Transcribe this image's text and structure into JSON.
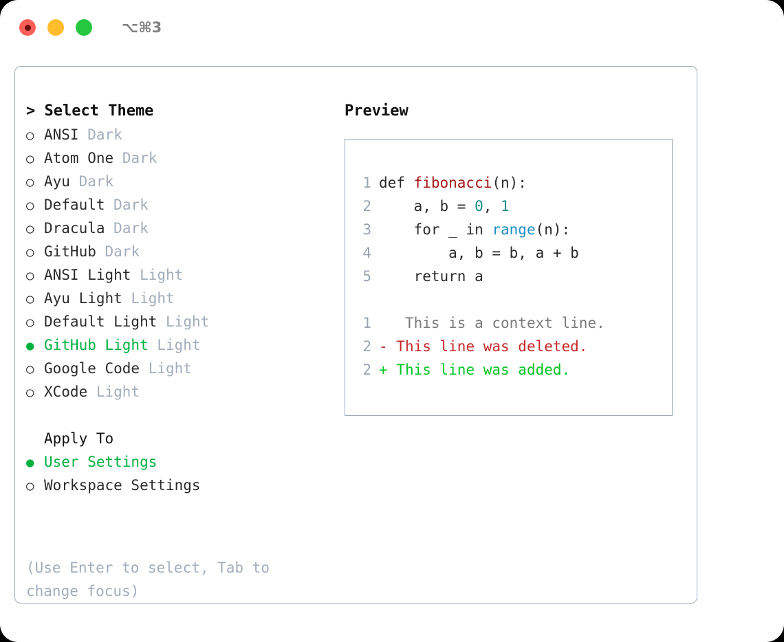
{
  "window": {
    "title": "⌥⌘3",
    "traffic_lights": [
      {
        "name": "close",
        "color": "#ff5f57",
        "recording": true
      },
      {
        "name": "minimize",
        "color": "#ffbd2e",
        "recording": false
      },
      {
        "name": "zoom",
        "color": "#25c73f",
        "recording": false
      }
    ]
  },
  "theme_picker": {
    "heading": "> Select Theme",
    "selected_bullet": "●",
    "unselected_bullet": "○",
    "accent_color": "#00b140",
    "items": [
      {
        "label": "ANSI",
        "variant": "Dark",
        "selected": false
      },
      {
        "label": "Atom One",
        "variant": "Dark",
        "selected": false
      },
      {
        "label": "Ayu",
        "variant": "Dark",
        "selected": false
      },
      {
        "label": "Default",
        "variant": "Dark",
        "selected": false
      },
      {
        "label": "Dracula",
        "variant": "Dark",
        "selected": false
      },
      {
        "label": "GitHub",
        "variant": "Dark",
        "selected": false
      },
      {
        "label": "ANSI Light",
        "variant": "Light",
        "selected": false
      },
      {
        "label": "Ayu Light",
        "variant": "Light",
        "selected": false
      },
      {
        "label": "Default Light",
        "variant": "Light",
        "selected": false
      },
      {
        "label": "GitHub Light",
        "variant": "Light",
        "selected": true
      },
      {
        "label": "Google Code",
        "variant": "Light",
        "selected": false
      },
      {
        "label": "XCode",
        "variant": "Light",
        "selected": false
      }
    ]
  },
  "apply_to": {
    "heading": "Apply To",
    "options": [
      {
        "label": "User Settings",
        "selected": true
      },
      {
        "label": "Workspace Settings",
        "selected": false
      }
    ]
  },
  "hint": "(Use Enter to select, Tab to change focus)",
  "preview": {
    "heading": "Preview",
    "code_lines": [
      {
        "number": "1",
        "tokens": [
          {
            "text": "def ",
            "kind": "plain"
          },
          {
            "text": "fibonacci",
            "kind": "fn"
          },
          {
            "text": "(n):",
            "kind": "plain"
          }
        ]
      },
      {
        "number": "2",
        "tokens": [
          {
            "text": "    a, b = ",
            "kind": "plain"
          },
          {
            "text": "0",
            "kind": "num"
          },
          {
            "text": ", ",
            "kind": "plain"
          },
          {
            "text": "1",
            "kind": "num"
          }
        ]
      },
      {
        "number": "3",
        "tokens": [
          {
            "text": "    for _ in ",
            "kind": "plain"
          },
          {
            "text": "range",
            "kind": "builtin"
          },
          {
            "text": "(n):",
            "kind": "plain"
          }
        ]
      },
      {
        "number": "4",
        "tokens": [
          {
            "text": "        a, b = b, a + b",
            "kind": "plain"
          }
        ]
      },
      {
        "number": "5",
        "tokens": [
          {
            "text": "    return a",
            "kind": "plain"
          }
        ]
      }
    ],
    "diff_lines": [
      {
        "number": "1",
        "marker": " ",
        "text": "  This is a context line.",
        "kind": "ctx"
      },
      {
        "number": "2",
        "marker": "-",
        "text": " This line was deleted.",
        "kind": "del"
      },
      {
        "number": "2",
        "marker": "+",
        "text": " This line was added.",
        "kind": "add"
      }
    ],
    "colors": {
      "function": "#a31515",
      "number": "#0e8a8a",
      "builtin": "#1a8fc4",
      "diff_context": "#7b7b7b",
      "diff_deleted": "#c62828",
      "diff_added": "#00c422",
      "line_number": "#9aa4b1",
      "border": "#9fabba"
    }
  }
}
